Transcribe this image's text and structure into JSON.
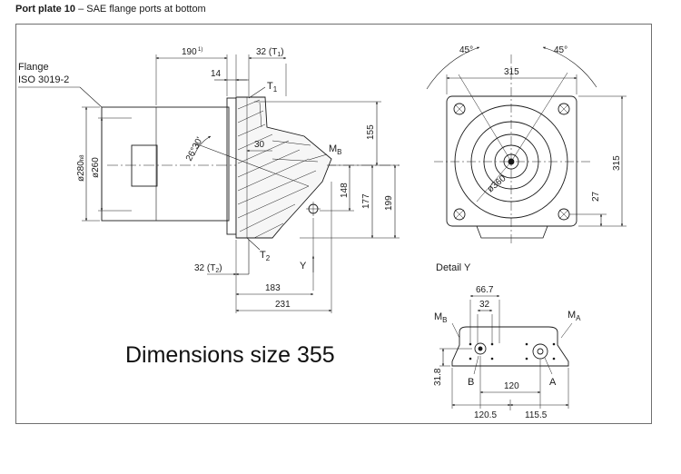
{
  "header": {
    "title_bold": "Port plate 10",
    "title_rest": " – SAE flange ports at bottom"
  },
  "side_view": {
    "flange_label_1": "Flange",
    "flange_label_2": "ISO 3019-2",
    "dims": {
      "d190": "190",
      "d190_note": "1)",
      "d32_t1": "32 (T",
      "t1_sub": "1",
      "d14": "14",
      "d30": "30",
      "angle": "26°30'",
      "d280": "ø280",
      "d280_tol": "h8",
      "d260": "ø260",
      "d155": "155",
      "d148": "148",
      "d177": "177",
      "d199": "199",
      "d32_t2": "32 (T",
      "t2_sub": "2",
      "d183": "183",
      "d231": "231"
    },
    "labels": {
      "t1": "T",
      "t1_sub": "1",
      "t2": "T",
      "t2_sub": "2",
      "mb": "M",
      "mb_sub": "B",
      "y": "Y"
    }
  },
  "front_view": {
    "dims": {
      "a45_left": "45°",
      "a45_right": "45°",
      "d315_top": "315",
      "d315_right": "315",
      "d360": "ø360",
      "d27": "27"
    }
  },
  "detail_y": {
    "title": "Detail Y",
    "dims": {
      "d66_7": "66.7",
      "d32": "32",
      "d31_8": "31.8",
      "d120": "120",
      "d120_5": "120.5",
      "d115_5": "115.5"
    },
    "labels": {
      "mb": "M",
      "mb_sub": "B",
      "ma": "M",
      "ma_sub": "A",
      "b": "B",
      "a": "A"
    }
  },
  "caption": "Dimensions size 355"
}
